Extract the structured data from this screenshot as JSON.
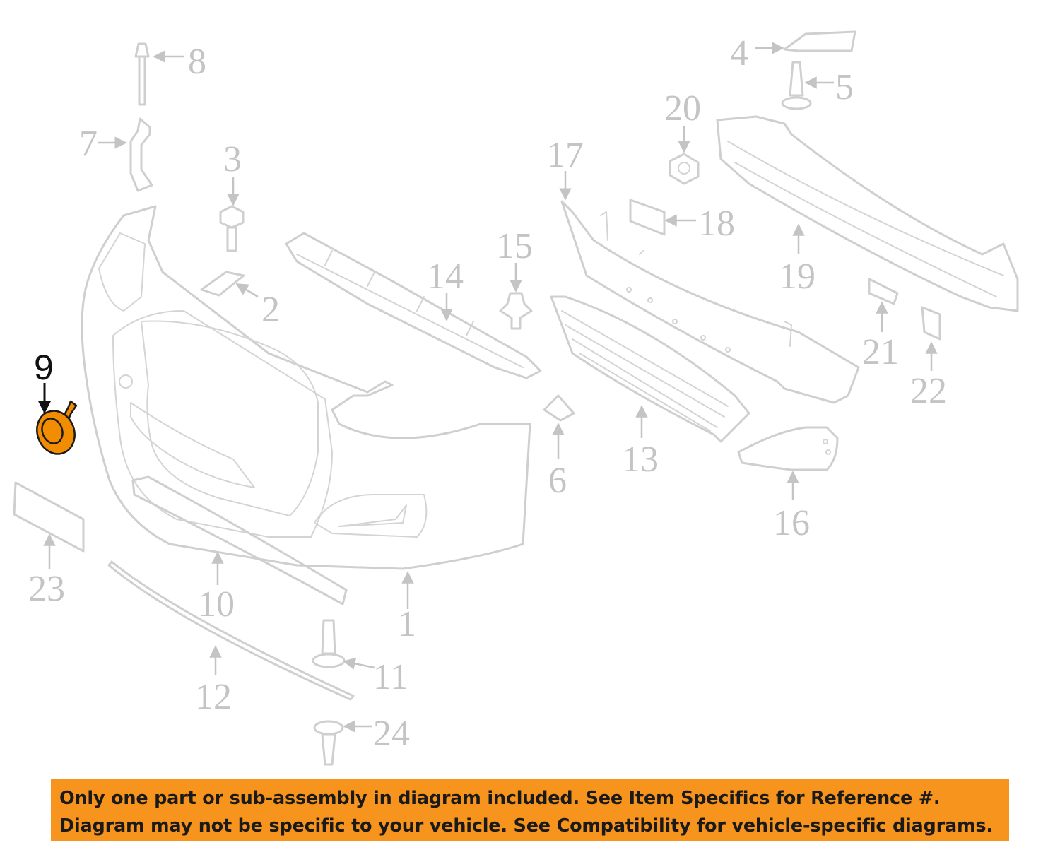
{
  "diagram": {
    "highlighted_part": "9",
    "callouts": [
      "1",
      "2",
      "3",
      "4",
      "5",
      "6",
      "7",
      "8",
      "9",
      "10",
      "11",
      "12",
      "13",
      "14",
      "15",
      "16",
      "17",
      "18",
      "19",
      "20",
      "21",
      "22",
      "23",
      "24"
    ],
    "colors": {
      "highlight": "#f28c00",
      "part_outline": "#cfcfcf",
      "callout_text": "#c4c4c4",
      "notice_background": "#f7941d"
    }
  },
  "notice": {
    "line1": "Only one part or sub-assembly in diagram included. See Item Specifics for Reference #.",
    "line2": "Diagram may not be specific to your vehicle. See Compatibility for vehicle-specific diagrams."
  }
}
